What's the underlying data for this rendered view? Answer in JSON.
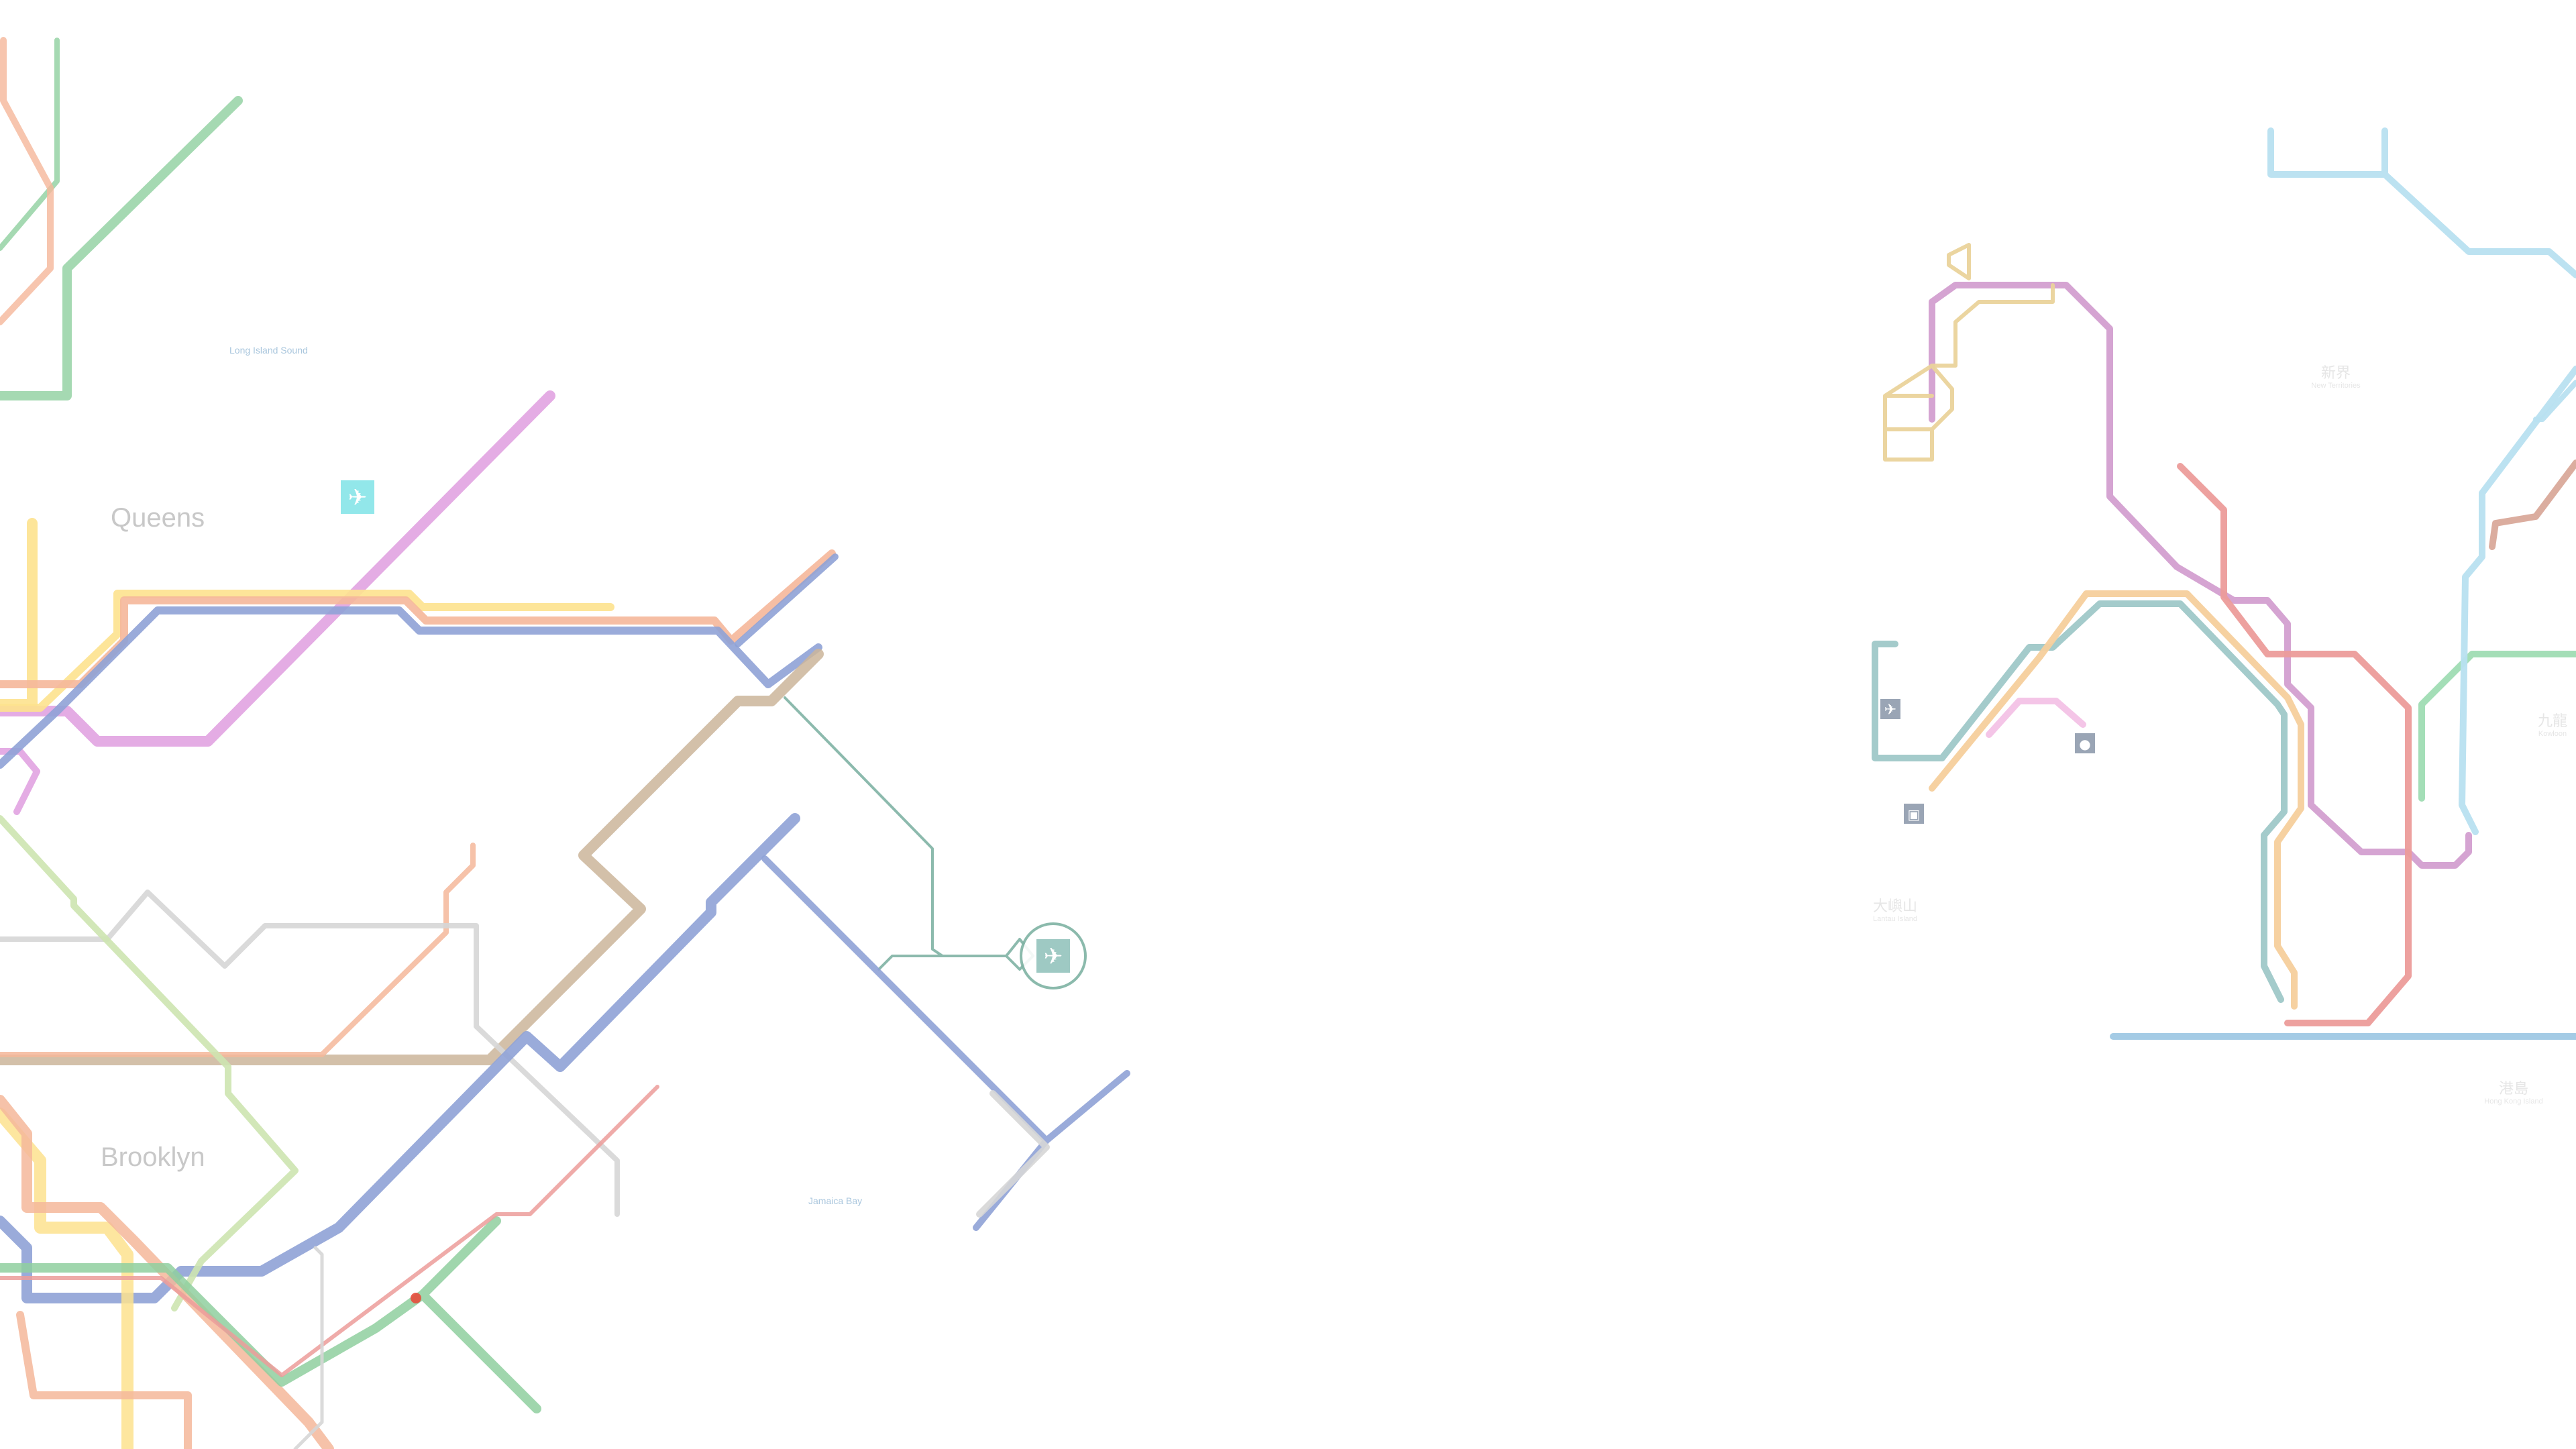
{
  "nyc": {
    "regions": {
      "queens": "Queens",
      "brooklyn": "Brooklyn"
    },
    "water": {
      "long_island_sound": "Long Island Sound",
      "jamaica_bay": "Jamaica Bay"
    },
    "airport_icons": [
      "airplane-icon",
      "airplane-icon"
    ]
  },
  "hong_kong": {
    "labels": {
      "new_territories": {
        "zh": "新界",
        "en": "New Territories"
      },
      "lantau": {
        "zh": "大嶼山",
        "en": "Lantau Island"
      },
      "kowloon": {
        "zh": "九龍",
        "en": "Kowloon"
      },
      "hk_island": {
        "zh": "港島",
        "en": "Hong Kong Island"
      }
    },
    "icons": [
      "airplane-icon",
      "building-icon",
      "mickey-icon"
    ]
  },
  "colors": {
    "teal_airtrain": "#7fb3a4",
    "airport_cyan": "#7fe3e6",
    "ny_blue": "#8fa2d6",
    "ny_orange": "#f5b79a",
    "ny_yellow": "#fde28e",
    "ny_green": "#8fcf9f",
    "ny_purple": "#df9edf",
    "ny_brown": "#cbb59a",
    "ny_lime": "#cde4b0",
    "ny_gray": "#d6d6d6",
    "hk_red": "#ec9c9a",
    "hk_purple": "#d39fd0",
    "hk_orange": "#f6cf9c",
    "hk_teal": "#9fc8c8",
    "hk_yellow": "#ead39b",
    "hk_lightblue": "#b8e0f0",
    "hk_green": "#9fdcb3",
    "hk_pink": "#f3c2e6",
    "hk_brown": "#d9a99a",
    "hk_blue": "#9fc8e4"
  }
}
